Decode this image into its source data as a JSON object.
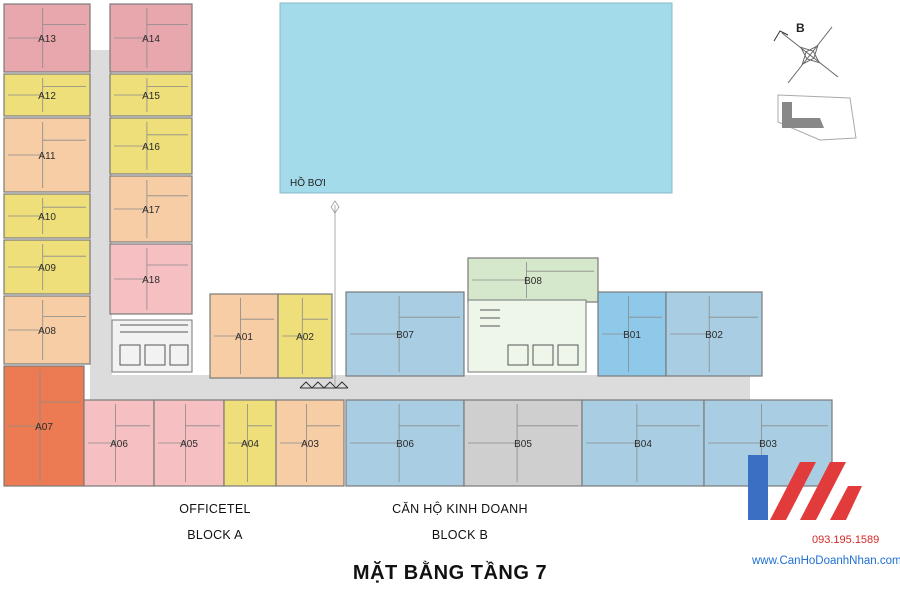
{
  "colors": {
    "pink": "#e8a6ad",
    "yellow": "#eedf7a",
    "peach": "#f7cda6",
    "orange": "#ec7a52",
    "lightpink": "#f6c0c2",
    "blue": "#a9cee4",
    "skyblue": "#8fc9ea",
    "gray": "#cfcfcf",
    "green": "#d6e8cc",
    "pool": "#a4dbea",
    "corridor": "#dcdcdc"
  },
  "pool": {
    "label": "HỒ BƠI"
  },
  "compass": {
    "label": "B",
    "icon": "compass-rose-icon"
  },
  "units": [
    {
      "id": "A13",
      "color": "pink"
    },
    {
      "id": "A14",
      "color": "pink"
    },
    {
      "id": "A12",
      "color": "yellow"
    },
    {
      "id": "A15",
      "color": "yellow"
    },
    {
      "id": "A16",
      "color": "yellow"
    },
    {
      "id": "A11",
      "color": "peach"
    },
    {
      "id": "A17",
      "color": "peach"
    },
    {
      "id": "A10",
      "color": "yellow"
    },
    {
      "id": "A09",
      "color": "yellow"
    },
    {
      "id": "A18",
      "color": "lightpink"
    },
    {
      "id": "A08",
      "color": "peach"
    },
    {
      "id": "A07",
      "color": "orange"
    },
    {
      "id": "A01",
      "color": "peach"
    },
    {
      "id": "A02",
      "color": "yellow"
    },
    {
      "id": "B07",
      "color": "blue"
    },
    {
      "id": "B08",
      "color": "green"
    },
    {
      "id": "B01",
      "color": "skyblue"
    },
    {
      "id": "B02",
      "color": "blue"
    },
    {
      "id": "A06",
      "color": "lightpink"
    },
    {
      "id": "A05",
      "color": "lightpink"
    },
    {
      "id": "A04",
      "color": "yellow"
    },
    {
      "id": "A03",
      "color": "peach"
    },
    {
      "id": "B06",
      "color": "blue"
    },
    {
      "id": "B05",
      "color": "gray"
    },
    {
      "id": "B04",
      "color": "blue"
    },
    {
      "id": "B03",
      "color": "blue"
    }
  ],
  "captions": {
    "officetel": "OFFICETEL",
    "block_a": "BLOCK A",
    "can_ho": "CĂN HỘ KINH DOANH",
    "block_b": "BLOCK B"
  },
  "title": "MẶT BẰNG TẦNG 7",
  "watermark": {
    "phone": "093.195.1589",
    "site": "www.CanHoDoanhNhan.com"
  }
}
